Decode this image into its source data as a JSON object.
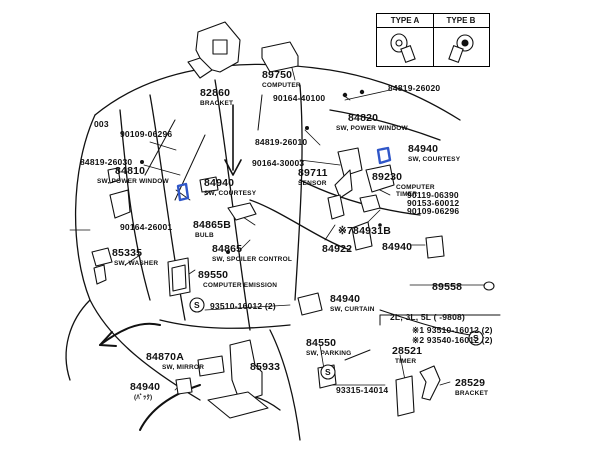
{
  "type_table": {
    "type_a": "TYPE A",
    "type_b": "TYPE B"
  },
  "labels": [
    {
      "id": "p82860",
      "text": "82860"
    },
    {
      "id": "p82860s",
      "text": "BRACKET",
      "sub": true
    },
    {
      "id": "p89750",
      "text": "89750"
    },
    {
      "id": "p89750s",
      "text": "COMPUTER",
      "sub": true
    },
    {
      "id": "p90164_40100",
      "text": "90164-40100",
      "small": true
    },
    {
      "id": "p84819_26020",
      "text": "84819-26020",
      "small": true
    },
    {
      "id": "p003",
      "text": "003",
      "small": true
    },
    {
      "id": "p90109_06296a",
      "text": "90109-06296",
      "small": true
    },
    {
      "id": "p84820",
      "text": "84820"
    },
    {
      "id": "p84820s",
      "text": "SW, POWER WINDOW",
      "sub": true
    },
    {
      "id": "p84819_26010",
      "text": "84819-26010",
      "small": true
    },
    {
      "id": "p84940a",
      "text": "84940"
    },
    {
      "id": "p84940as",
      "text": "SW, COURTESY",
      "sub": true
    },
    {
      "id": "p84819_26030",
      "text": "84819-26030",
      "small": true
    },
    {
      "id": "p84810",
      "text": "84810"
    },
    {
      "id": "p84810s",
      "text": "SW, POWER WINDOW",
      "sub": true
    },
    {
      "id": "p84940b",
      "text": "84940"
    },
    {
      "id": "p84940bs",
      "text": "SW, COURTESY",
      "sub": true
    },
    {
      "id": "p90164_30003",
      "text": "90164-30003",
      "small": true
    },
    {
      "id": "p89711",
      "text": "89711"
    },
    {
      "id": "p89711s",
      "text": "SENSOR",
      "sub": true
    },
    {
      "id": "p89230",
      "text": "89230"
    },
    {
      "id": "p89230s1",
      "text": "COMPUTER",
      "sub": true
    },
    {
      "id": "p89230s2",
      "text": "TIMER",
      "sub": true
    },
    {
      "id": "p90119_06390",
      "text": "90119-06390",
      "small": true
    },
    {
      "id": "p90153_60012",
      "text": "90153-60012",
      "small": true
    },
    {
      "id": "p90109_06296b",
      "text": "90109-06296",
      "small": true
    },
    {
      "id": "p90164_26001",
      "text": "90164-26001",
      "small": true
    },
    {
      "id": "p84865b",
      "text": "84865B"
    },
    {
      "id": "p84865bs",
      "text": "BULB",
      "sub": true
    },
    {
      "id": "p84931b",
      "text": "※784931B"
    },
    {
      "id": "p84865",
      "text": "84865"
    },
    {
      "id": "p84865s",
      "text": "SW, SPOILER CONTROL",
      "sub": true
    },
    {
      "id": "p84922",
      "text": "84922"
    },
    {
      "id": "p84940c",
      "text": "84940"
    },
    {
      "id": "p85335",
      "text": "85335"
    },
    {
      "id": "p85335s",
      "text": "SW, WASHER",
      "sub": true
    },
    {
      "id": "p89550",
      "text": "89550"
    },
    {
      "id": "p89550s",
      "text": "COMPUTER EMISSION",
      "sub": true
    },
    {
      "id": "p89558",
      "text": "89558"
    },
    {
      "id": "p93510_a",
      "text": "93510-16012 (2)",
      "small": true
    },
    {
      "id": "p84940d",
      "text": "84940"
    },
    {
      "id": "p84940ds",
      "text": "SW, CURTAIN",
      "sub": true
    },
    {
      "id": "p2l",
      "text": "2L, 3L, 5L (      -9808)",
      "small": true
    },
    {
      "id": "p93510_b",
      "text": "※1 93510-16012 (2)",
      "small": true
    },
    {
      "id": "p93540",
      "text": "※2 93540-16012 (2)",
      "small": true
    },
    {
      "id": "p84870a",
      "text": "84870A"
    },
    {
      "id": "p84870as",
      "text": "SW, MIRROR",
      "sub": true
    },
    {
      "id": "p85933",
      "text": "85933"
    },
    {
      "id": "p84550",
      "text": "84550"
    },
    {
      "id": "p84550s",
      "text": "SW, PARKING",
      "sub": true
    },
    {
      "id": "p28521",
      "text": "28521"
    },
    {
      "id": "p28521s",
      "text": "TIMER",
      "sub": true
    },
    {
      "id": "p84940e",
      "text": "84940"
    },
    {
      "id": "p84940es",
      "text": "(ﾊﾞｯｸ)",
      "sub": true
    },
    {
      "id": "p93315",
      "text": "93315-14014",
      "small": true
    },
    {
      "id": "p28529",
      "text": "28529"
    },
    {
      "id": "p28529s",
      "text": "BRACKET",
      "sub": true
    }
  ],
  "callouts": {
    "s": "S"
  },
  "colors": {
    "highlight": "#2f56c8",
    "line": "#111111"
  }
}
